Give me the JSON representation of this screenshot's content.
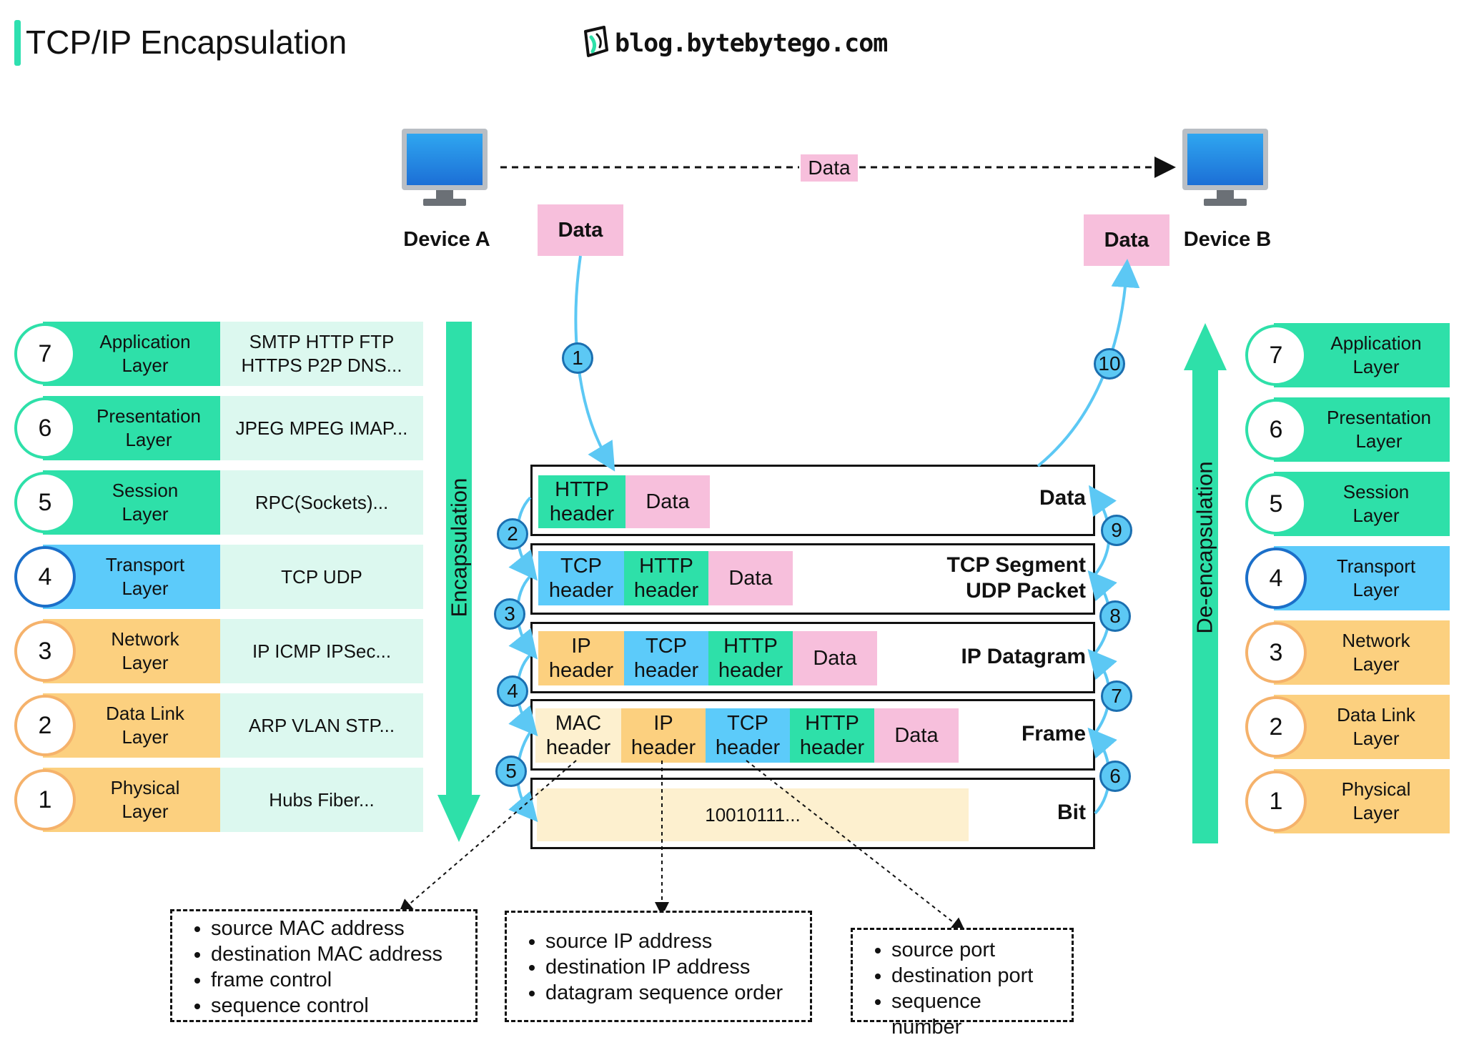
{
  "header": {
    "title": "TCP/IP Encapsulation",
    "brand": "blog.bytebytego.com"
  },
  "devices": {
    "a_label": "Device A",
    "b_label": "Device B",
    "transfer_label": "Data",
    "a_data": "Data",
    "b_data": "Data"
  },
  "side_labels": {
    "left": "Encapsulation",
    "right": "De-encapsulation"
  },
  "layers": [
    {
      "num": "7",
      "line1": "Application",
      "line2": "Layer",
      "protocols_1": "SMTP HTTP FTP",
      "protocols_2": "HTTPS P2P DNS..."
    },
    {
      "num": "6",
      "line1": "Presentation",
      "line2": "Layer",
      "protocols_1": "JPEG MPEG IMAP...",
      "protocols_2": ""
    },
    {
      "num": "5",
      "line1": "Session",
      "line2": "Layer",
      "protocols_1": "RPC(Sockets)...",
      "protocols_2": ""
    },
    {
      "num": "4",
      "line1": "Transport",
      "line2": "Layer",
      "protocols_1": "TCP UDP",
      "protocols_2": ""
    },
    {
      "num": "3",
      "line1": "Network",
      "line2": "Layer",
      "protocols_1": "IP ICMP IPSec...",
      "protocols_2": ""
    },
    {
      "num": "2",
      "line1": "Data Link",
      "line2": "Layer",
      "protocols_1": "ARP VLAN STP...",
      "protocols_2": ""
    },
    {
      "num": "1",
      "line1": "Physical",
      "line2": "Layer",
      "protocols_1": "Hubs Fiber...",
      "protocols_2": ""
    }
  ],
  "stack": {
    "data": {
      "label_1": "Data",
      "label_2": "",
      "segs": [
        {
          "l1": "HTTP",
          "l2": "header"
        },
        {
          "l1": "Data",
          "l2": ""
        }
      ]
    },
    "tcp": {
      "label_1": "TCP Segment",
      "label_2": "UDP Packet",
      "segs": [
        {
          "l1": "TCP",
          "l2": "header"
        },
        {
          "l1": "HTTP",
          "l2": "header"
        },
        {
          "l1": "Data",
          "l2": ""
        }
      ]
    },
    "ip": {
      "label_1": "IP Datagram",
      "label_2": "",
      "segs": [
        {
          "l1": "IP",
          "l2": "header"
        },
        {
          "l1": "TCP",
          "l2": "header"
        },
        {
          "l1": "HTTP",
          "l2": "header"
        },
        {
          "l1": "Data",
          "l2": ""
        }
      ]
    },
    "frame": {
      "label_1": "Frame",
      "label_2": "",
      "segs": [
        {
          "l1": "MAC",
          "l2": "header"
        },
        {
          "l1": "IP",
          "l2": "header"
        },
        {
          "l1": "TCP",
          "l2": "header"
        },
        {
          "l1": "HTTP",
          "l2": "header"
        },
        {
          "l1": "Data",
          "l2": ""
        }
      ]
    },
    "bit": {
      "label_1": "Bit",
      "label_2": "",
      "bits": "10010111..."
    }
  },
  "steps": [
    "1",
    "2",
    "3",
    "4",
    "5",
    "6",
    "7",
    "8",
    "9",
    "10"
  ],
  "notes": {
    "mac": [
      "source MAC address",
      "destination MAC address",
      "frame control",
      "sequence control"
    ],
    "ip": [
      "source IP address",
      "destination IP address",
      "datagram sequence order"
    ],
    "tcp": [
      "source port",
      "destination port",
      "sequence number"
    ]
  },
  "colors": {
    "session": "#2ee0a9",
    "transport": "#5ccbfa",
    "network": "#fcd07f",
    "mac": "#fdf0cf",
    "data": "#f7bfdc",
    "protocol_bg": "#dcf8ef",
    "step": "#5cc8f4"
  }
}
